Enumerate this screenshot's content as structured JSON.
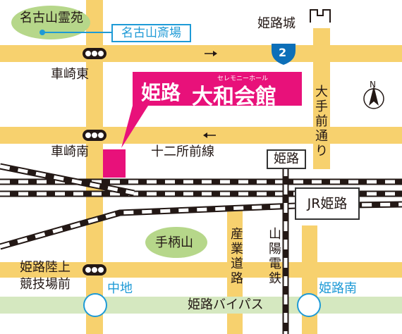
{
  "labels": {
    "nagoyama_reien": "名古山霊苑",
    "nagoyama_saijo": "名古山斎場",
    "himeji_castle": "姫路城",
    "route_number": "2",
    "kurumazaki_higashi": "車崎東",
    "kurumazaki_minami": "車崎南",
    "venue_name": "姫路",
    "venue_brand": "大和会館",
    "venue_ruby": "セレモニーホール",
    "otemae_dori": "大手前通り",
    "junisho_sen": "十二所前線",
    "himeji_station_box": "姫路",
    "jr_himeji": "JR姫路",
    "tegarayama": "手柄山",
    "sangyo_doro": "産業道路",
    "sanyo_dentetsu": "山陽電鉄",
    "rikujo_line1": "姫路陸上",
    "rikujo_line2": "競技場前",
    "nakachi": "中地",
    "himeji_minami": "姫路南",
    "bypass": "姫路バイパス",
    "north": "N"
  },
  "colors": {
    "road": "#f7d16e",
    "bypass": "#d5e8c0",
    "park": "#b6d78a",
    "venue": "#e8117a",
    "ic_blue": "#1e9ad6",
    "route_shield": "#0d6fb8"
  }
}
